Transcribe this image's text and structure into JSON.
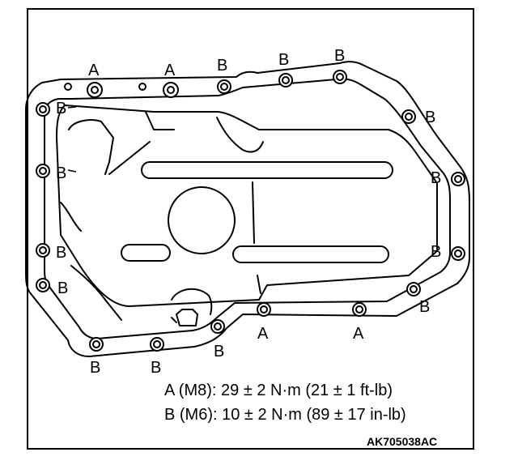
{
  "diagram": {
    "bolt_labels": {
      "a": "A",
      "b": "B"
    },
    "torque_specs": {
      "a": "A (M8): 29 ± 2 N·m (21 ± 1 ft-lb)",
      "b": "B (M6): 10 ± 2 N·m (89 ± 17 in-lb)"
    },
    "figure_code": "AK705038AC"
  }
}
